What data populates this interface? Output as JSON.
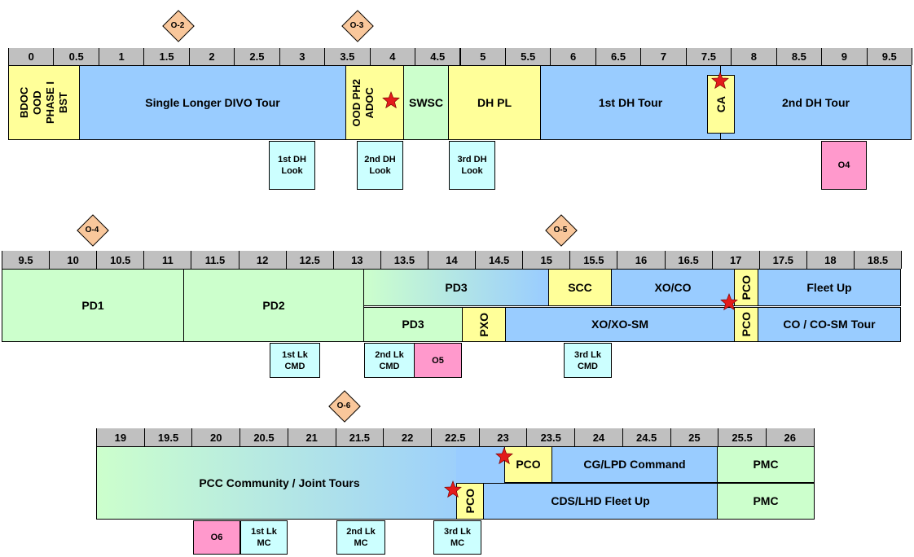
{
  "row1": {
    "ticks": [
      "0",
      "0.5",
      "1",
      "1.5",
      "2",
      "2.5",
      "3",
      "3.5",
      "4",
      "4.5",
      "5",
      "5.5",
      "6",
      "6.5",
      "7",
      "7.5",
      "8",
      "8.5",
      "9",
      "9.5"
    ],
    "milestones": [
      "O-2",
      "O-3"
    ],
    "blocks": {
      "bdoc": [
        "BDOC",
        "OOD",
        "PHASE I",
        "BST"
      ],
      "divo": "Single Longer DIVO Tour",
      "ood_ph2": "OOD PH2",
      "adoc": "ADOC",
      "swsc": "SWSC",
      "dh_pl": "DH PL",
      "first_dh": "1st DH Tour",
      "ca": "CA",
      "second_dh": "2nd DH Tour"
    },
    "looks": {
      "first": [
        "1st DH",
        "Look"
      ],
      "second": [
        "2nd DH",
        "Look"
      ],
      "third": [
        "3rd DH",
        "Look"
      ],
      "o4": "O4"
    }
  },
  "row2": {
    "ticks": [
      "9.5",
      "10",
      "10.5",
      "11",
      "11.5",
      "12",
      "12.5",
      "13",
      "13.5",
      "14",
      "14.5",
      "15",
      "15.5",
      "16",
      "16.5",
      "17",
      "17.5",
      "18",
      "18.5"
    ],
    "milestones": [
      "O-4",
      "O-5"
    ],
    "blocks": {
      "pd1": "PD1",
      "pd2": "PD2",
      "pd3_top": "PD3",
      "scc": "SCC",
      "xo_co": "XO/CO",
      "pco_top": "PCO",
      "fleet_up": "Fleet Up",
      "pd3_bottom": "PD3",
      "pxo": "PXO",
      "xo_xo_sm": "XO/XO-SM",
      "pco_bottom": "PCO",
      "co_sm": "CO / CO-SM Tour"
    },
    "looks": {
      "first": [
        "1st Lk",
        "CMD"
      ],
      "second": [
        "2nd Lk",
        "CMD"
      ],
      "o5": "O5",
      "third": [
        "3rd Lk",
        "CMD"
      ]
    }
  },
  "row3": {
    "ticks": [
      "19",
      "19.5",
      "20",
      "20.5",
      "21",
      "21.5",
      "22",
      "22.5",
      "23",
      "23.5",
      "24",
      "24.5",
      "25",
      "25.5",
      "26"
    ],
    "milestones": [
      "O-6"
    ],
    "blocks": {
      "pcc": "PCC Community / Joint Tours",
      "pco_top": "PCO",
      "cg_lpd": "CG/LPD Command",
      "pmc_top": "PMC",
      "pco_bottom": "PCO",
      "cds_lhd": "CDS/LHD Fleet Up",
      "pmc_bottom": "PMC"
    },
    "looks": {
      "o6": "O6",
      "first": [
        "1st Lk",
        "MC"
      ],
      "second": [
        "2nd Lk",
        "MC"
      ],
      "third": [
        "3rd Lk",
        "MC"
      ]
    }
  },
  "colors": {
    "tick_bar": "#c0c0c0",
    "yellow": "#ffff99",
    "blue": "#99ccff",
    "green": "#ccffcc",
    "cyan": "#ccffff",
    "pink": "#ff99cc",
    "milestone": "#f9c79b",
    "star": "#e31b1b"
  }
}
